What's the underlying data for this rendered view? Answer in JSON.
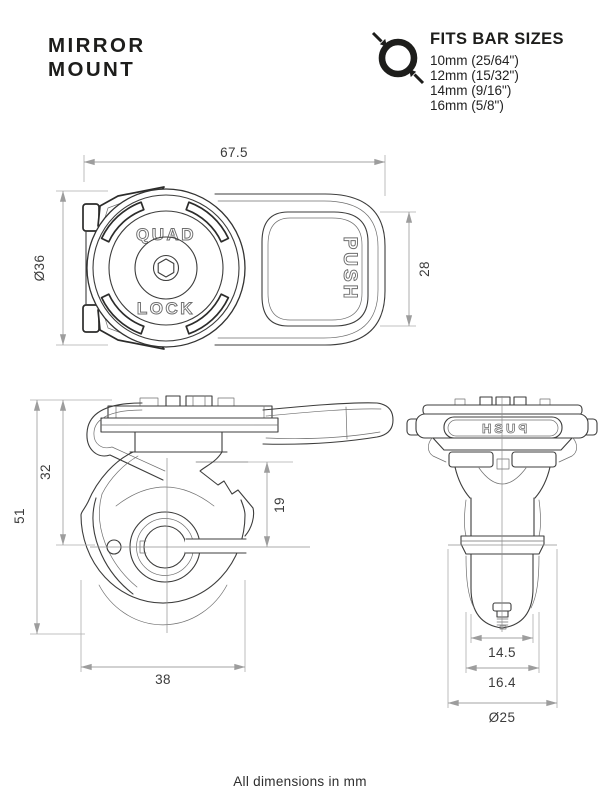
{
  "header": {
    "title_line1": "MIRROR",
    "title_line2": "MOUNT"
  },
  "bar_sizes": {
    "heading": "FITS BAR SIZES",
    "items": [
      "10mm (25/64\")",
      "12mm (15/32\")",
      "14mm (9/16\")",
      "16mm (5/8\")"
    ]
  },
  "drawing": {
    "labels": {
      "quad": "QUAD",
      "lock": "LOCK",
      "push_top": "PUSH",
      "push_side": "PUSH"
    },
    "top_view": {
      "overall_width": "67.5",
      "head_diameter": "Ø36",
      "lever_height": "28"
    },
    "front_view": {
      "total_height": "51",
      "upper_height": "32",
      "head_to_center": "19",
      "body_width": "38"
    },
    "side_view": {
      "foot_width": "14.5",
      "body_width": "16.4",
      "clamp_diameter": "Ø25"
    }
  },
  "footer": {
    "note": "All dimensions in mm"
  },
  "colors": {
    "ink": "#1d1d1b",
    "line": "#3d3d3c",
    "dim_line": "#a3a3a3",
    "background": "#ffffff"
  }
}
